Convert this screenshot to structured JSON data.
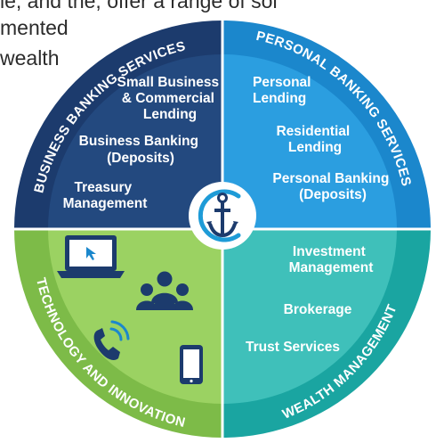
{
  "background_text": {
    "line1": "le, and the, offer a range of sol",
    "line2": "mented",
    "line3": "wealth"
  },
  "segments": {
    "business_banking": {
      "ring_label": "BUSINESS BANKING SERVICES",
      "items": [
        [
          "Small Business",
          "& Commercial",
          "Lending"
        ],
        [
          "Business Banking",
          "(Deposits)"
        ],
        [
          "Treasury",
          "Management"
        ]
      ]
    },
    "personal_banking": {
      "ring_label": "PERSONAL BANKING SERVICES",
      "items": [
        [
          "Personal",
          "Lending"
        ],
        [
          "Residential",
          "Lending"
        ],
        [
          "Personal Banking",
          "(Deposits)"
        ]
      ]
    },
    "technology": {
      "ring_label": "TECHNOLOGY AND INNOVATION",
      "icons": [
        "laptop-icon",
        "people-group-icon",
        "phone-call-icon",
        "tablet-icon"
      ]
    },
    "wealth_management": {
      "ring_label": "WEALTH MANAGEMENT",
      "items": [
        [
          "Investment",
          "Management"
        ],
        [
          "Brokerage"
        ],
        [
          "Trust Services"
        ]
      ]
    }
  },
  "center_logo": "anchor-c-logo-icon",
  "colors": {
    "business_ring": "#1c3b6d",
    "business_inner": "#23497f",
    "personal_ring": "#1b87cc",
    "personal_inner": "#2b9ee0",
    "tech_ring": "#7dbb48",
    "tech_inner": "#9bd262",
    "wealth_ring": "#1aa5a1",
    "wealth_inner": "#3fc0ba",
    "logo": "#1e9bd7",
    "dark_navy": "#1c3b6d"
  }
}
